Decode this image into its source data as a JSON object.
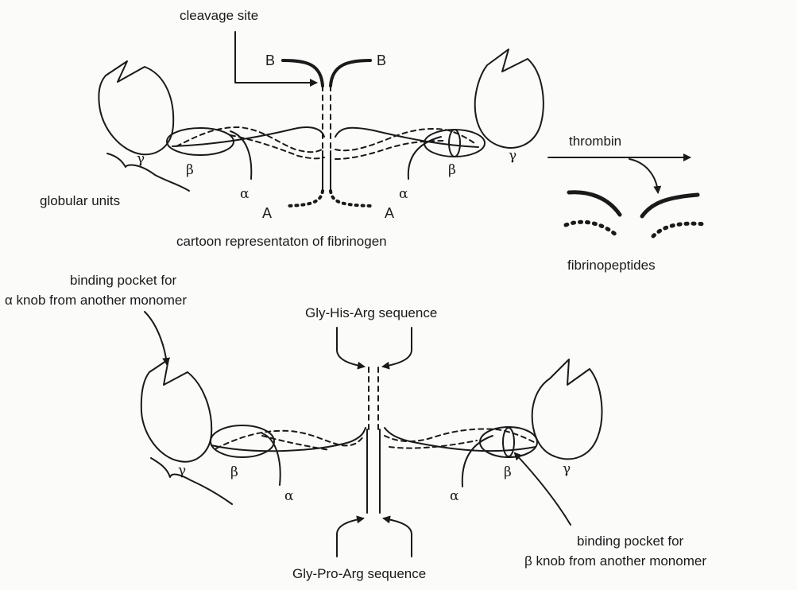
{
  "labels": {
    "cleavage_site": "cleavage site",
    "b_left": "B",
    "b_right": "B",
    "a_left": "A",
    "a_right": "A",
    "globular_units": "globular units",
    "cartoon_caption": "cartoon representaton of fibrinogen",
    "thrombin": "thrombin",
    "fibrinopeptides": "fibrinopeptides",
    "binding_pocket_alpha_line1": "binding pocket for",
    "binding_pocket_alpha_line2": "α knob from another monomer",
    "gly_his_arg": "Gly-His-Arg sequence",
    "gly_pro_arg": "Gly-Pro-Arg sequence",
    "binding_pocket_beta_line1": "binding pocket for",
    "binding_pocket_beta_line2": "β knob from another monomer"
  },
  "greek": {
    "gamma": "γ",
    "beta": "β",
    "alpha": "α"
  },
  "colors": {
    "ink": "#1a1a1a",
    "paper": "#fbfbfa"
  }
}
